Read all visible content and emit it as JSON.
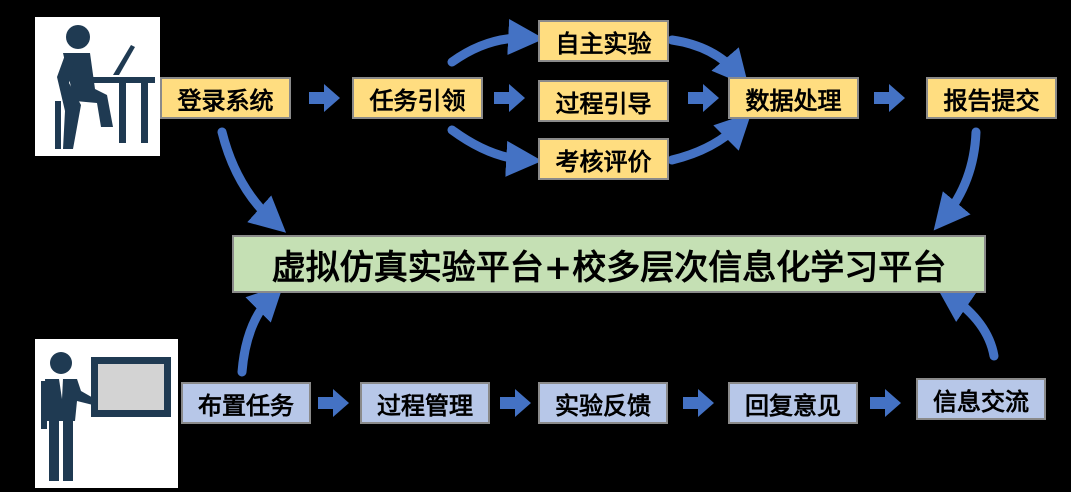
{
  "colors": {
    "student_box": "#ffdd80",
    "teacher_box": "#b7c7e8",
    "platform_box": "#c5e0b4",
    "arrow": "#4472c4",
    "background": "#000000"
  },
  "icons": {
    "student": "student-at-desk-icon",
    "teacher": "teacher-at-board-icon"
  },
  "student_flow": {
    "login": "登录系统",
    "task_receive": "任务引领",
    "self_experiment": "自主实验",
    "process_guide": "过程引导",
    "assessment": "考核评价",
    "data_processing": "数据处理",
    "report_submit": "报告提交"
  },
  "platform": {
    "label": "虚拟仿真实验平台+校多层次信息化学习平台"
  },
  "teacher_flow": {
    "assign_task": "布置任务",
    "process_manage": "过程管理",
    "experiment_feedback": "实验反馈",
    "reply_opinion": "回复意见",
    "info_exchange": "信息交流"
  }
}
